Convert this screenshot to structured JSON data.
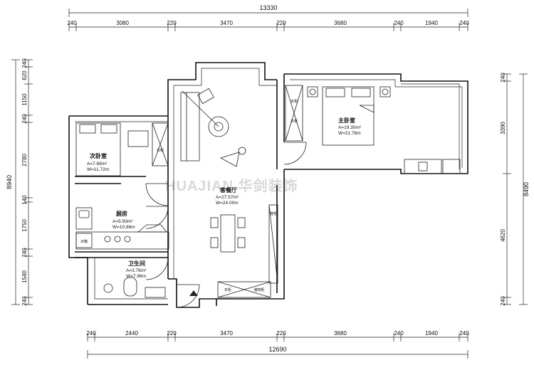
{
  "dimensions": {
    "top_total": "13330",
    "top_segments": [
      "240",
      "3080",
      "220",
      "3470",
      "220",
      "3680",
      "240",
      "1940",
      "240"
    ],
    "bottom_total": "12690",
    "bottom_segments": [
      "240",
      "2440",
      "220",
      "3470",
      "220",
      "3680",
      "240",
      "1940",
      "240"
    ],
    "left_total": "8940",
    "left_segments": [
      "240",
      "620",
      "1150",
      "240",
      "2780",
      "140",
      "1750",
      "240",
      "1540",
      "240"
    ],
    "right_total": "8490",
    "right_inner": [
      "240",
      "3390",
      "4620",
      "240"
    ]
  },
  "rooms": {
    "secondary_bedroom": {
      "name": "次卧室",
      "area": "A=7.69m²",
      "perimeter": "W=11.72m"
    },
    "kitchen": {
      "name": "厨房",
      "area": "A=5.93m²",
      "perimeter": "W=10.86m"
    },
    "bathroom": {
      "name": "卫生间",
      "area": "A=3.76m²",
      "perimeter": "W=7.96m"
    },
    "living_dining": {
      "name": "客餐厅",
      "area": "A=27.57m²",
      "perimeter": "W=24.00m"
    },
    "master_bedroom": {
      "name": "主卧室",
      "area": "A=19.30m²",
      "perimeter": "W=21.76m"
    }
  },
  "furniture_labels": {
    "wardrobe_1": "衣柜",
    "wardrobe_2": "衣柜",
    "wardrobe_3": "衣柜",
    "wardrobe_4": "衣柜",
    "shoe_cabinet": "鞋柜",
    "storage": "储物柜",
    "fridge": "冰箱"
  },
  "watermark": "HUAJIAN 华剑装饰",
  "colors": {
    "line": "#111111",
    "watermark": "#d8d8d8",
    "background": "#ffffff"
  }
}
